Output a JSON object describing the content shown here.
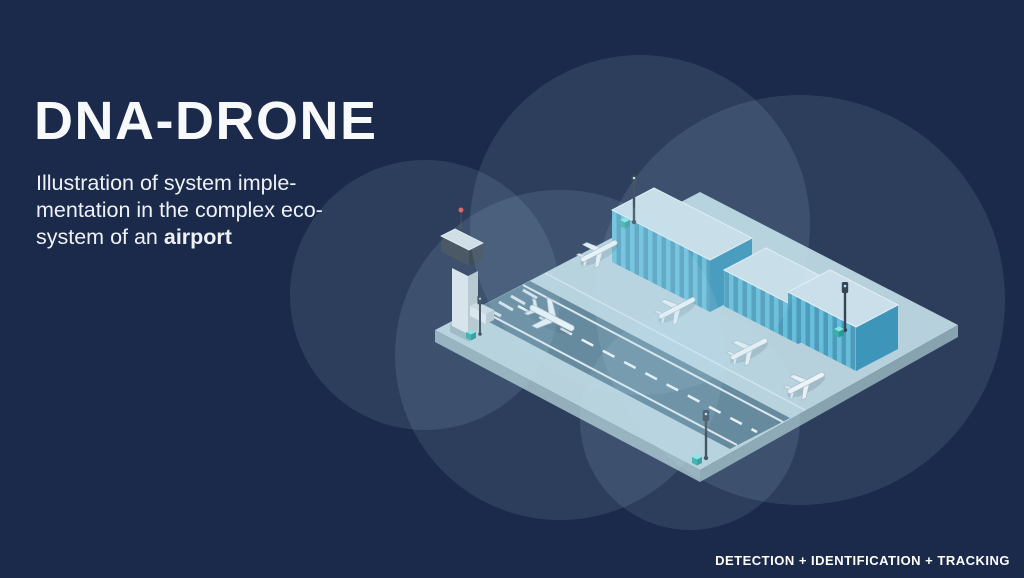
{
  "header": {
    "title": "DNA-DRONE",
    "subtitle_line1": "Illustration of system imple-",
    "subtitle_line2": "mentation in the complex eco-",
    "subtitle_line3_prefix": "system of an ",
    "subtitle_line3_bold": "airport"
  },
  "footer": {
    "label": "DETECTION + IDENTIFICATION + TRACKING"
  },
  "colors": {
    "background": "#1b2a4b",
    "title_text": "#f7f9fa",
    "coverage_zone": "#bfe6f7",
    "platform_top": "#b7cfd9",
    "runway": "#4f7488",
    "terminal_facade": "#5cbad9",
    "terminal_side": "#2e8cb2",
    "terminal_roof": "#ccdfe8",
    "sensor_teal": "#35c4ba",
    "pole_dark": "#263140"
  },
  "illustration": {
    "coverage_zones_count": 5,
    "airplanes_count": 5,
    "sensor_poles_count": 4,
    "terminal_blocks_count": 3
  }
}
